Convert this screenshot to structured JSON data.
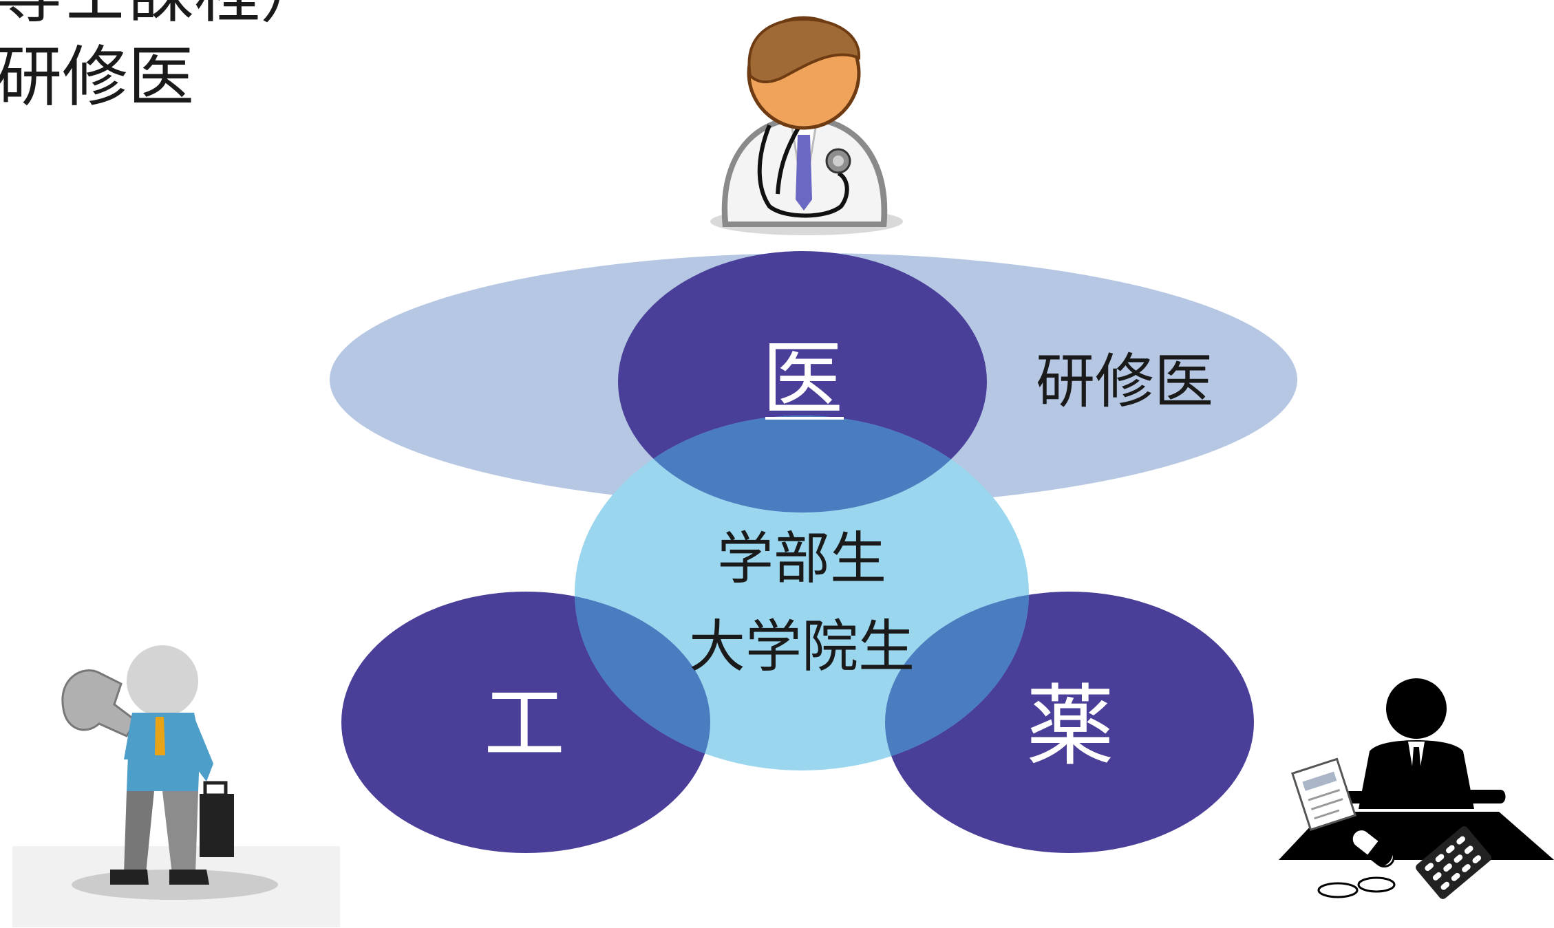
{
  "slide": {
    "top_text_line1": "専士課程）",
    "top_text_line2": "研修医"
  },
  "diagram": {
    "resident_ellipse_label": "研修医",
    "medicine_label": "医",
    "engineering_label": "工",
    "pharmacy_label": "薬",
    "center_line1": "学部生",
    "center_line2": "大学院生"
  },
  "colors": {
    "resident_band": "#b5c7e2",
    "department_circle": "#4a3f98",
    "center_circle": "#9ad6ee",
    "overlap": "#4a7cc0",
    "label_dark": "#1a1a1a",
    "label_light": "#ffffff"
  },
  "icons": {
    "doctor": "doctor-icon",
    "engineer": "engineer-with-wrench-icon",
    "pharmacist": "pharmacist-at-desk-icon"
  }
}
